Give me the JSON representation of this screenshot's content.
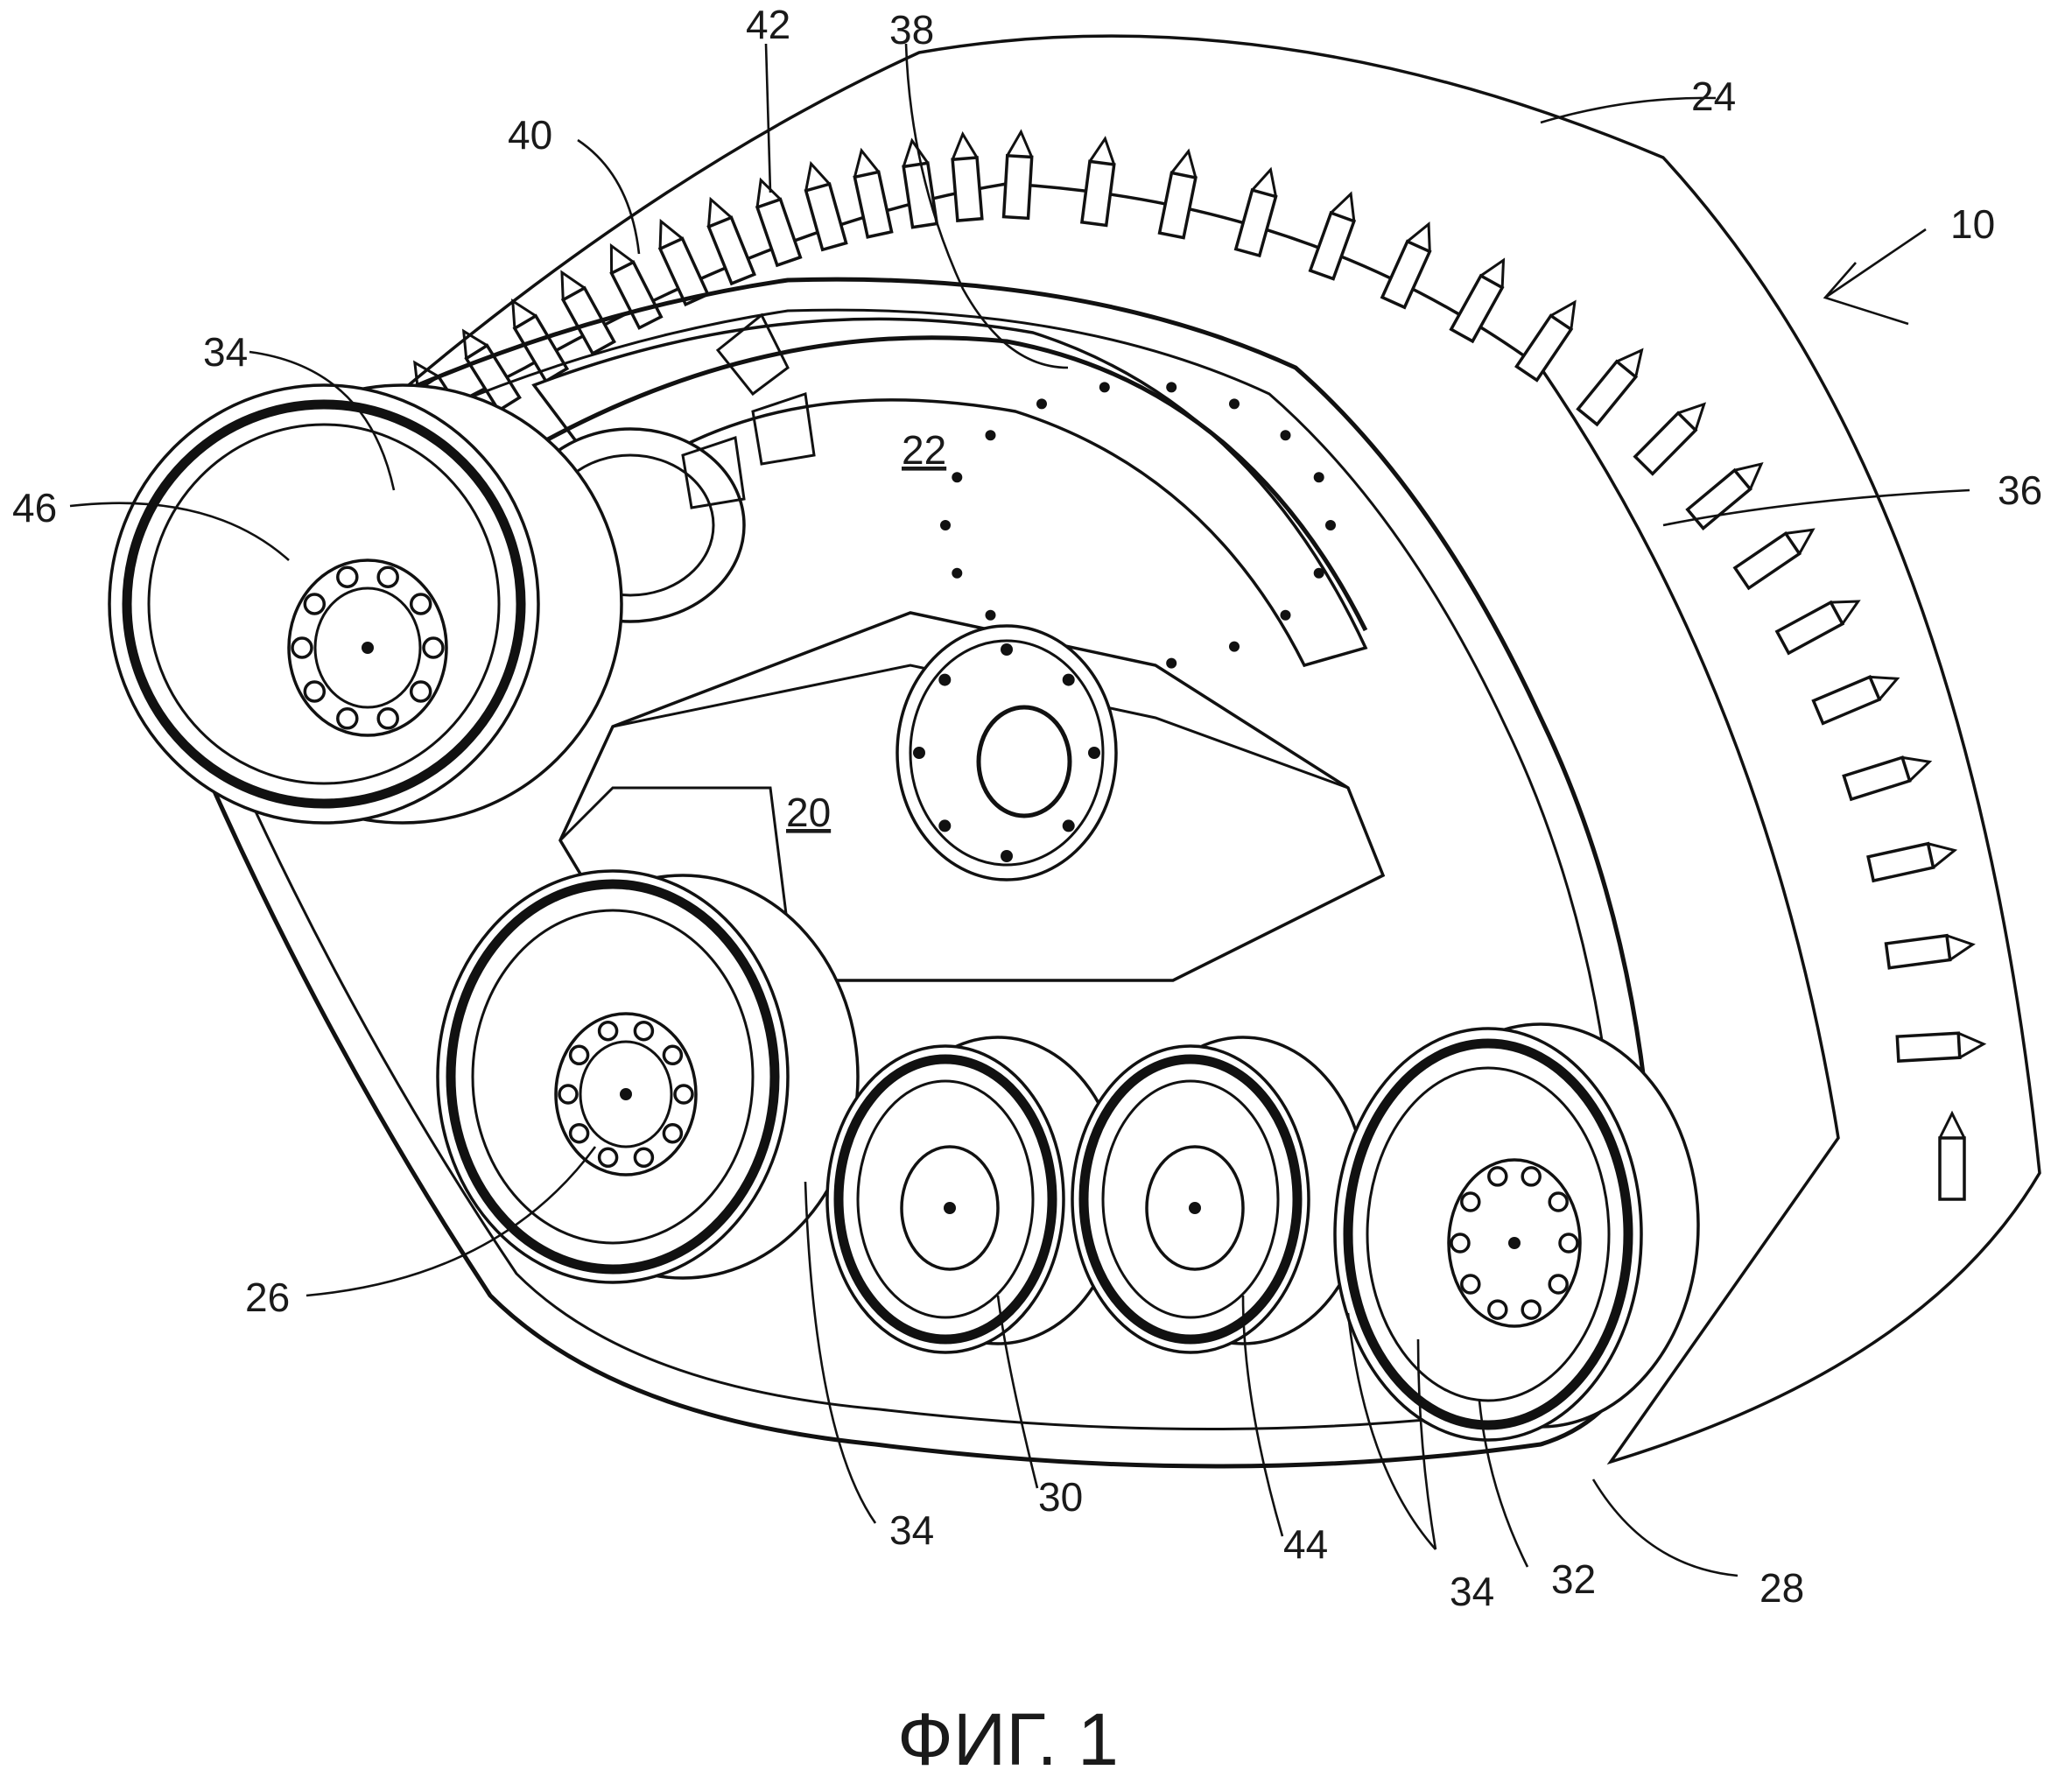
{
  "figure": {
    "caption": "ФИГ. 1",
    "labels": {
      "assembly": "10",
      "frame_arm": "20",
      "plate": "22",
      "track": "24",
      "idler_front": "26",
      "idler_rear": "28",
      "roller_1": "30",
      "roller_2": "32",
      "wheel_side_a": "34",
      "wheel_side_b": "34",
      "wheel_side_c": "34",
      "wheel_side_d": "34",
      "tread": "36",
      "drive_wheel": "38",
      "outer_surface": "40",
      "lug": "42",
      "axle_44": "44",
      "hub_46": "46"
    }
  }
}
